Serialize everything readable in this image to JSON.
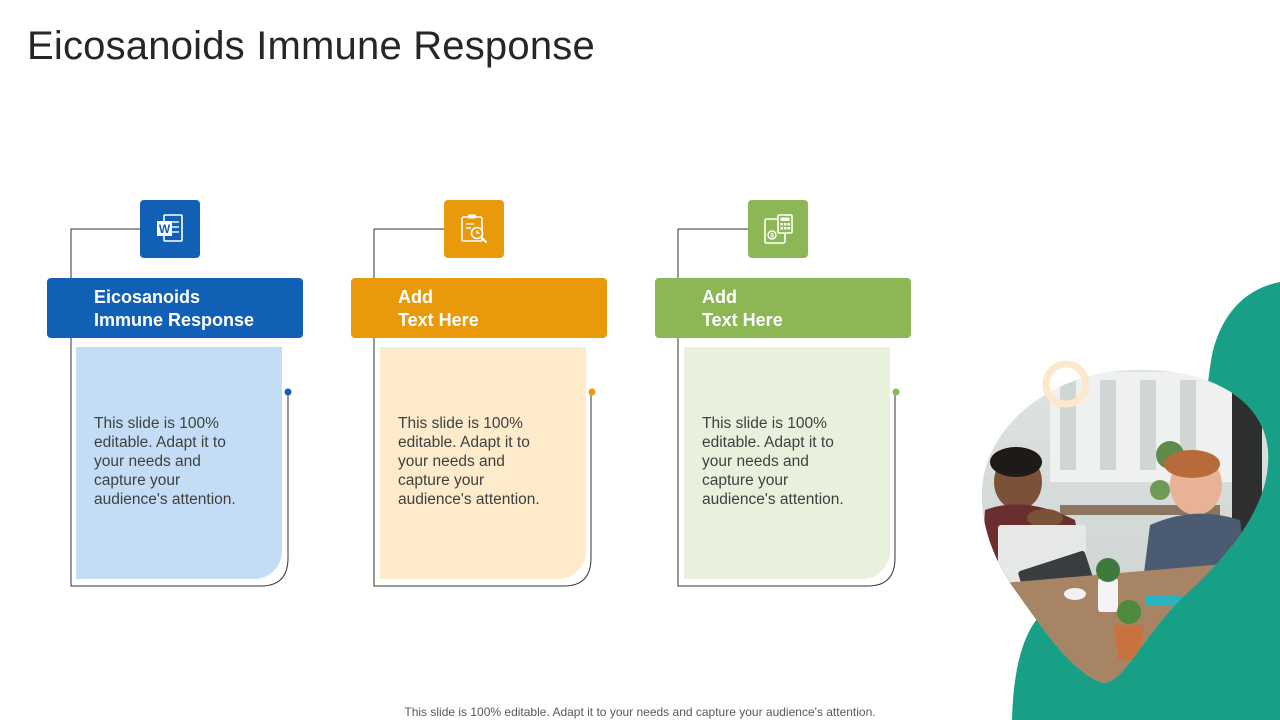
{
  "title": "Eicosanoids Immune Response",
  "cards": [
    {
      "icon": "word-document-icon",
      "heading_line1": "Eicosanoids",
      "heading_line2": "Immune Response",
      "body": "This slide is 100% editable. Adapt it to your needs and capture your audience's attention.",
      "accent": "#1160B5",
      "fill": "#C3DDF6"
    },
    {
      "icon": "clipboard-search-icon",
      "heading_line1": "Add",
      "heading_line2": "Text Here",
      "body": "This slide is 100% editable. Adapt it to your needs and capture your audience's attention.",
      "accent": "#E89A0B",
      "fill": "#FDEBCB"
    },
    {
      "icon": "calculator-document-icon",
      "heading_line1": "Add",
      "heading_line2": "Text Here",
      "body": "This slide is 100% editable. Adapt it to your needs and capture your audience's attention.",
      "accent": "#8DB655",
      "fill": "#E8F1DC"
    }
  ],
  "footer": "This slide is 100% editable. Adapt it to your needs and capture your audience's attention.",
  "colors": {
    "teal_blob": "#17A085",
    "ring": "#FCE8CC"
  }
}
